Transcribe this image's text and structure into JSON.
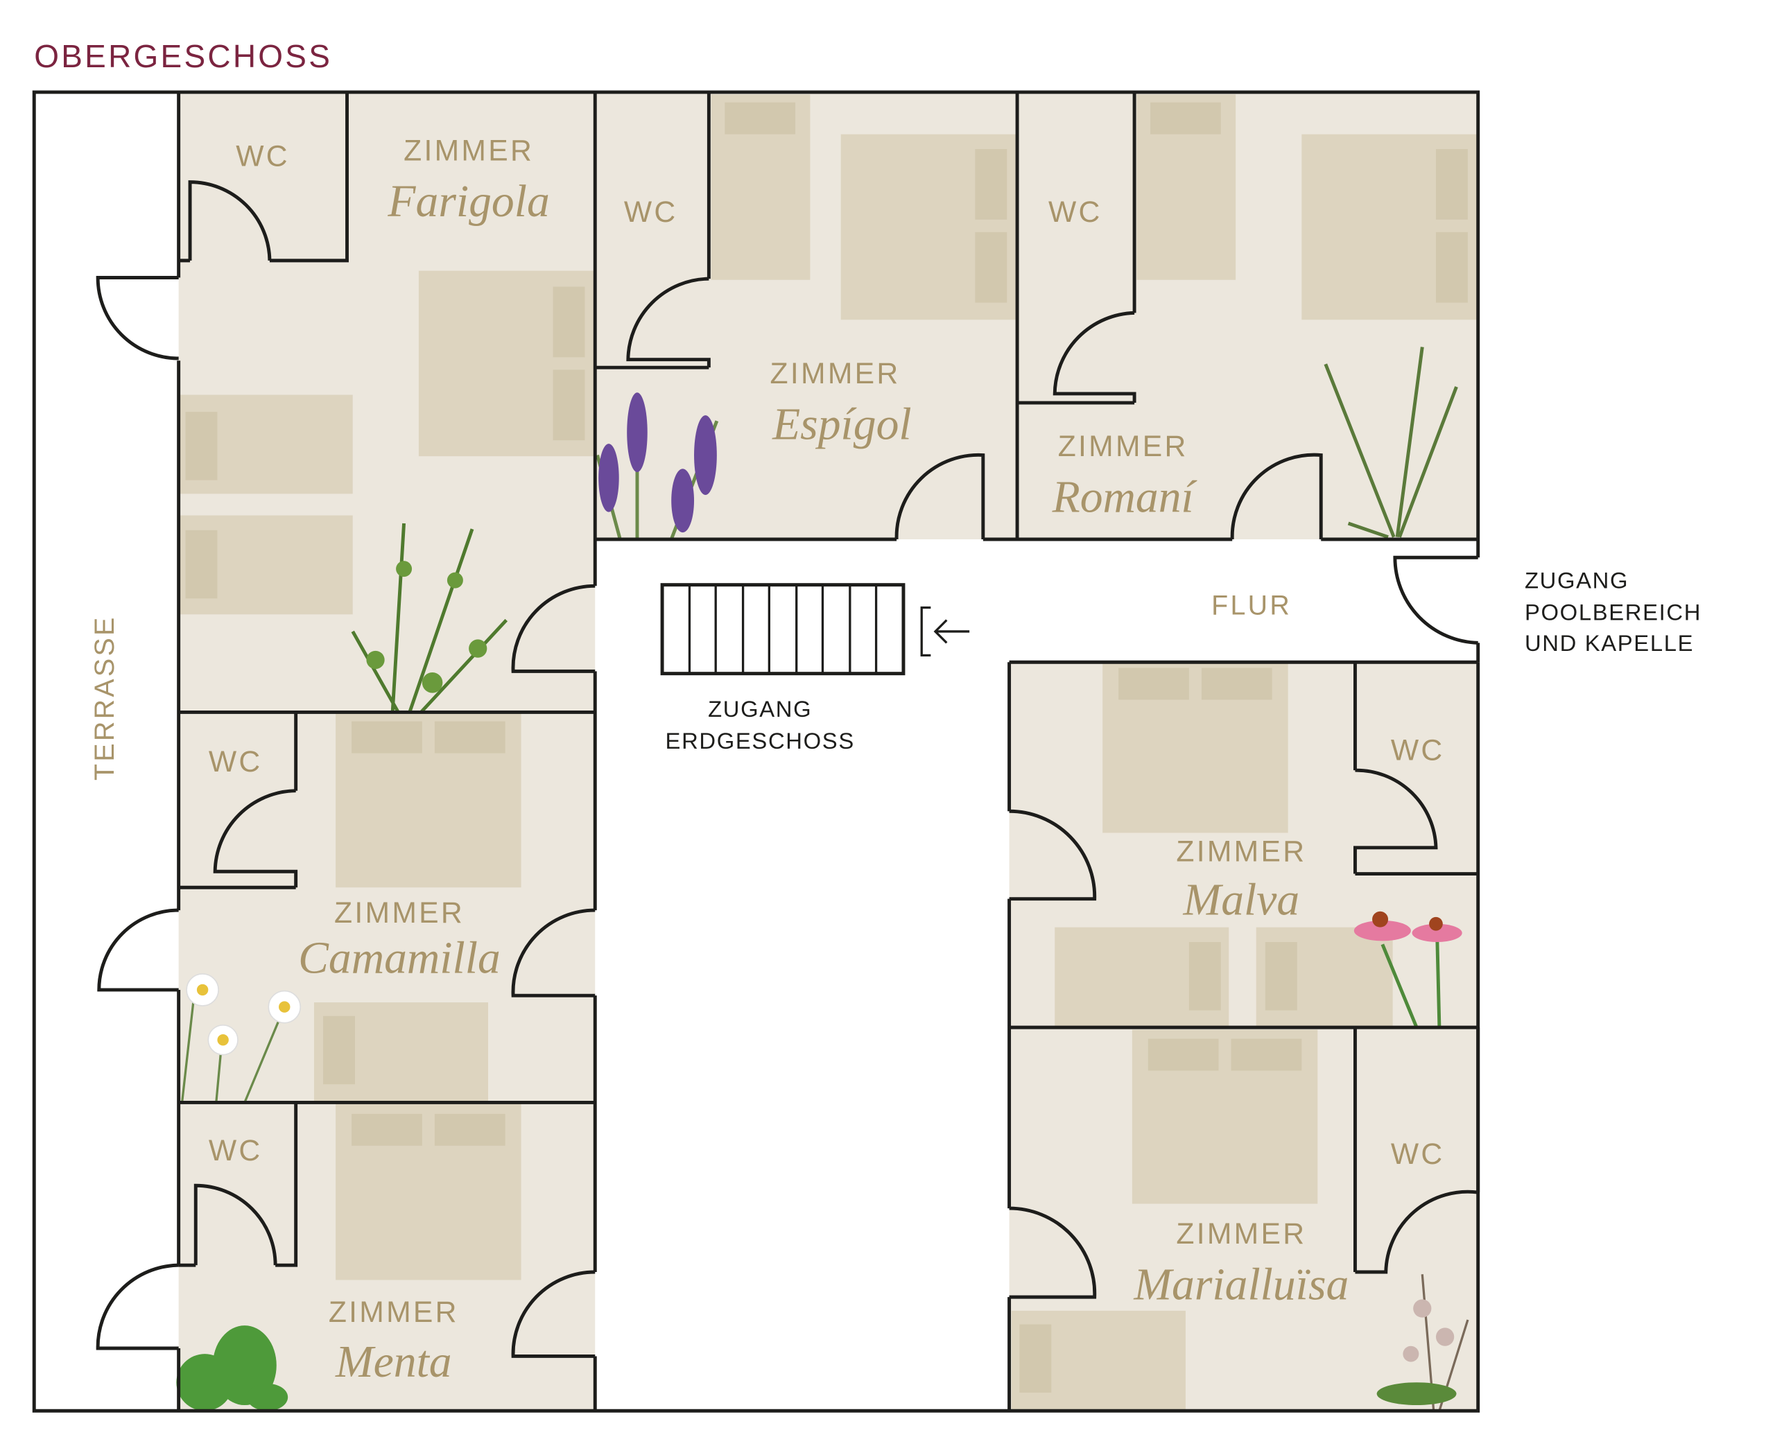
{
  "title": "OBERGESCHOSS",
  "colors": {
    "title": "#7B2440",
    "label": "#A8946A",
    "room": "#ECE7DD",
    "wall": "#1D1D1B"
  },
  "terrace": "TERRASSE",
  "corridor": "FLUR",
  "stairs": {
    "line1": "ZUGANG",
    "line2": "ERDGESCHOSS"
  },
  "exit": {
    "line1": "ZUGANG",
    "line2": "POOLBEREICH",
    "line3": "UND KAPELLE"
  },
  "wc": "WC",
  "rooms": [
    {
      "prefix": "ZIMMER",
      "name": "Farigola",
      "plant": "thyme"
    },
    {
      "prefix": "ZIMMER",
      "name": "Espígol",
      "plant": "lavender"
    },
    {
      "prefix": "ZIMMER",
      "name": "Romaní",
      "plant": "rosemary"
    },
    {
      "prefix": "ZIMMER",
      "name": "Camamilla",
      "plant": "chamomile"
    },
    {
      "prefix": "ZIMMER",
      "name": "Menta",
      "plant": "mint"
    },
    {
      "prefix": "ZIMMER",
      "name": "Malva",
      "plant": "echinacea"
    },
    {
      "prefix": "ZIMMER",
      "name": "Marialluïsa",
      "plant": "lemon-verbena"
    }
  ]
}
